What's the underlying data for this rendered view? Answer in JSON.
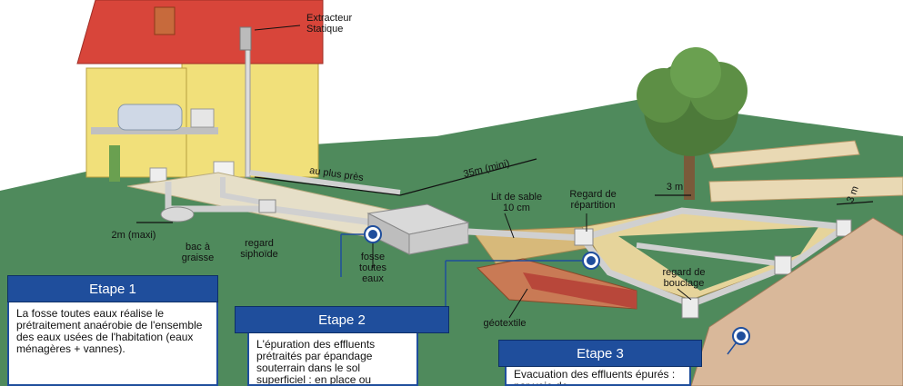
{
  "labels": {
    "extracteur": "Extracteur\nStatique",
    "au_plus_pres": "au plus près",
    "distance_35m": "35m (mini)",
    "distance_2m": "2m (maxi)",
    "bac_graisse": "bac à\ngraisse",
    "regard_siphoide": "regard\nsiphoïde",
    "fosse": "fosse\ntoutes\neaux",
    "lit_de_sable": "Lit de sable\n10 cm",
    "regard_repartition": "Regard de\nrépartition",
    "distance_3m_a": "3 m",
    "distance_3m_b": "3 m",
    "regard_bouclage": "regard de\nbouclage",
    "geotextile": "géotextile"
  },
  "etapes": [
    {
      "title": "Etape 1",
      "text": "La fosse toutes eaux réalise le prétraitement anaérobie de l'ensemble des eaux usées de l'habitation (eaux ménagères + vannes)."
    },
    {
      "title": "Etape 2",
      "text": "L'épuration des effluents prétraités par épandage souterrain dans le sol superficiel : en place ou"
    },
    {
      "title": "Etape 3",
      "text": "Evacuation des effluents épurés : par voie de"
    }
  ],
  "colors": {
    "accent": "#1f4e9c",
    "lawn": "#4f8a5c",
    "roof": "#d8453a",
    "wall": "#f1e07a"
  }
}
